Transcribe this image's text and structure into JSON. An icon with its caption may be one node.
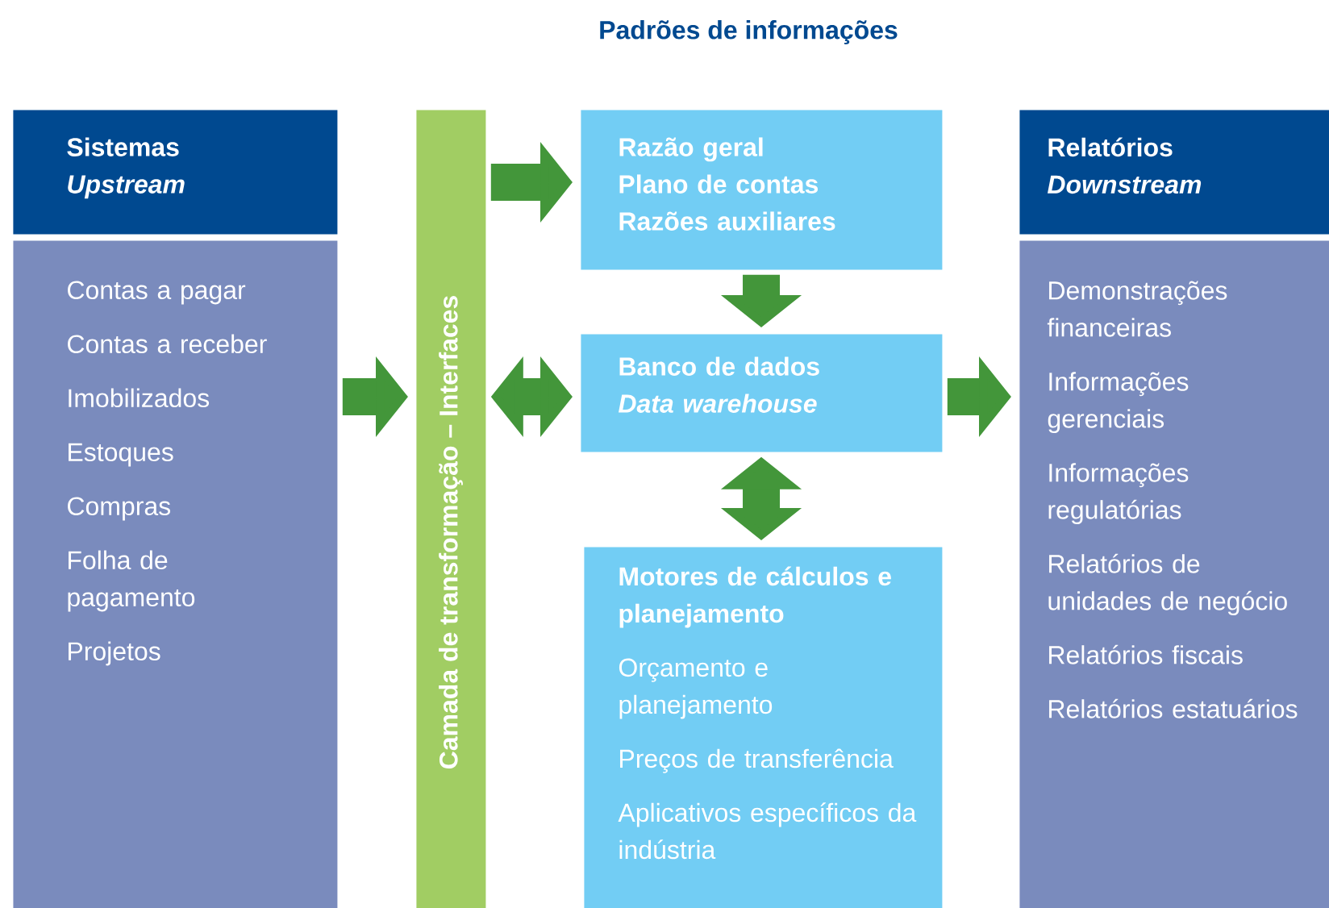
{
  "diagram": {
    "title": "Padrões de informações",
    "nodes": [
      {
        "text": [
          "Sistemas",
          "Upstream"
        ]
      },
      {
        "text": [
          "Contas a pagar",
          "Contas a receber",
          "Imobilizados",
          "Estoques",
          "Compras",
          "Folha de pagamento",
          "Projetos"
        ]
      },
      {
        "text": [
          "Camada de transformação – Interfaces"
        ]
      },
      {
        "text": [
          "Razão geral",
          "Plano de contas",
          "Razões auxiliares"
        ]
      },
      {
        "text": [
          "Banco de dados",
          "Data warehouse"
        ]
      },
      {
        "text": [
          "Motores de cálculos e planejamento",
          "Orçamento e planejamento",
          "Preços de transferência",
          "Aplicativos específicos da indústria"
        ]
      },
      {
        "text": [
          "Relatórios",
          "Downstream"
        ]
      },
      {
        "text": [
          "Demonstrações financeiras",
          "Informações gerenciais",
          "Informações regulatórias",
          "Relatórios de unidades de negócio",
          "Relatórios fiscais",
          "Relatórios estatuários"
        ]
      }
    ],
    "edges": [
      {
        "from": 1,
        "to": 2,
        "arrow": "to"
      },
      {
        "from": 2,
        "to": 3,
        "arrow": "to"
      },
      {
        "from": 2,
        "to": 4,
        "arrow": "both"
      },
      {
        "from": 3,
        "to": 4,
        "arrow": "to"
      },
      {
        "from": 4,
        "to": 5,
        "arrow": "both"
      },
      {
        "from": 4,
        "to": 7,
        "arrow": "to"
      }
    ]
  }
}
